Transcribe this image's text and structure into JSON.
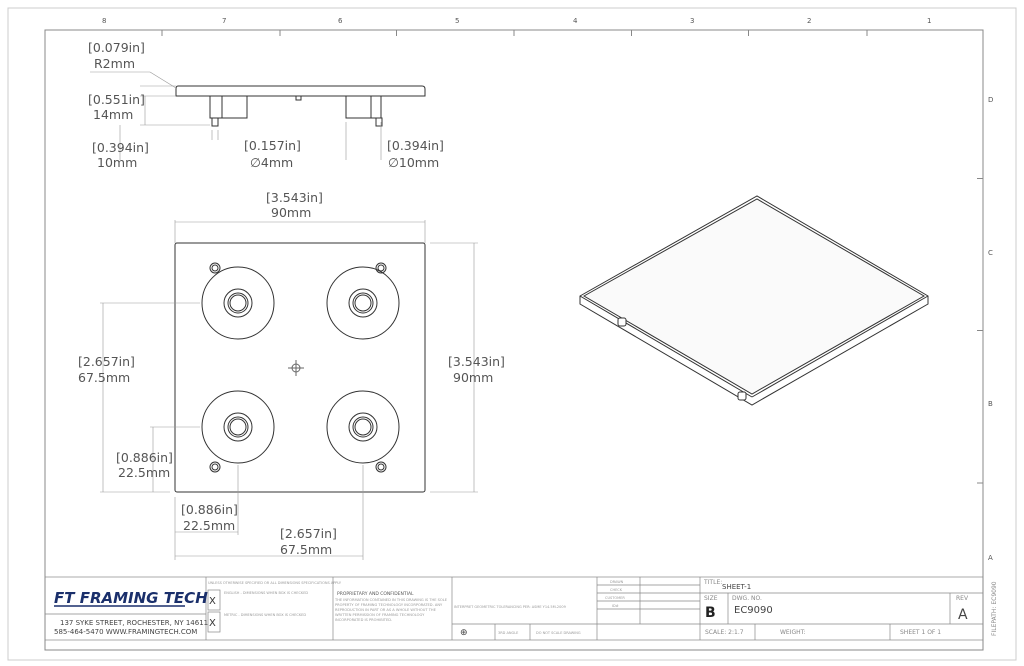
{
  "zones": {
    "cols": [
      "8",
      "7",
      "6",
      "5",
      "4",
      "3",
      "2",
      "1"
    ],
    "rows": [
      "D",
      "C",
      "B",
      "A"
    ]
  },
  "dims": {
    "r_in": "[0.079in]",
    "r_mm": "R2mm",
    "h_in": "[0.551in]",
    "h_mm": "14mm",
    "b_in": "[0.394in]",
    "b_mm": "10mm",
    "d4_in": "[0.157in]",
    "d4_mm": "∅4mm",
    "d10_in": "[0.394in]",
    "d10_mm": "∅10mm",
    "w_in": "[3.543in]",
    "w_mm": "90mm",
    "vh_in": "[3.543in]",
    "vh_mm": "90mm",
    "v67_in": "[2.657in]",
    "v67_mm": "67.5mm",
    "v22_in": "[0.886in]",
    "v22_mm": "22.5mm",
    "h22_in": "[0.886in]",
    "h22_mm": "22.5mm",
    "h67_in": "[2.657in]",
    "h67_mm": "67.5mm"
  },
  "title_block": {
    "logo": "FT FRAMING TECH",
    "address": "137 SYKE STREET, ROCHESTER, NY 14611",
    "contact": "585-464-5470  WWW.FRAMINGTECH.COM",
    "tolerance_header": "UNLESS OTHERWISE SPECIFIED OR ALL DIMENSIONS SPECIFICATIONS APPLY",
    "english": "ENGLISH - DIMENSIONS WHEN BOX IS CHECKED",
    "metric": "METRIC - DIMENSIONS WHEN BOX IS CHECKED",
    "check_mark": "X",
    "proprietary_title": "PROPRIETARY AND CONFIDENTIAL",
    "proprietary_text": "THE INFORMATION CONTAINED IN THIS DRAWING IS THE SOLE PROPERTY OF FRAMING TECHNOLOGY INCORPORATED. ANY REPRODUCTION IN PART OR AS A WHOLE WITHOUT THE WRITTEN PERMISSION OF FRAMING TECHNOLOGY INCORPORATED IS PROHIBITED.",
    "gdt_note": "INTERPRET GEOMETRIC TOLERANCING PER: ASME Y14.5M-2009",
    "angle": "3RD ANGLE",
    "no_scale": "DO NOT SCALE DRAWING",
    "drawn": "DRAWN",
    "check": "CHECK",
    "customer": "CUSTOMER",
    "id": "ID#",
    "title_label": "TITLE:",
    "title": "SHEET-1",
    "size_label": "SIZE",
    "size": "B",
    "dwg_label": "DWG. NO.",
    "dwg": "EC9090",
    "rev_label": "REV",
    "rev": "A",
    "scale": "SCALE: 2:1.7",
    "weight": "WEIGHT:",
    "sheet": "SHEET 1 OF 1",
    "filepath": "FILEPATH: EC9090"
  }
}
